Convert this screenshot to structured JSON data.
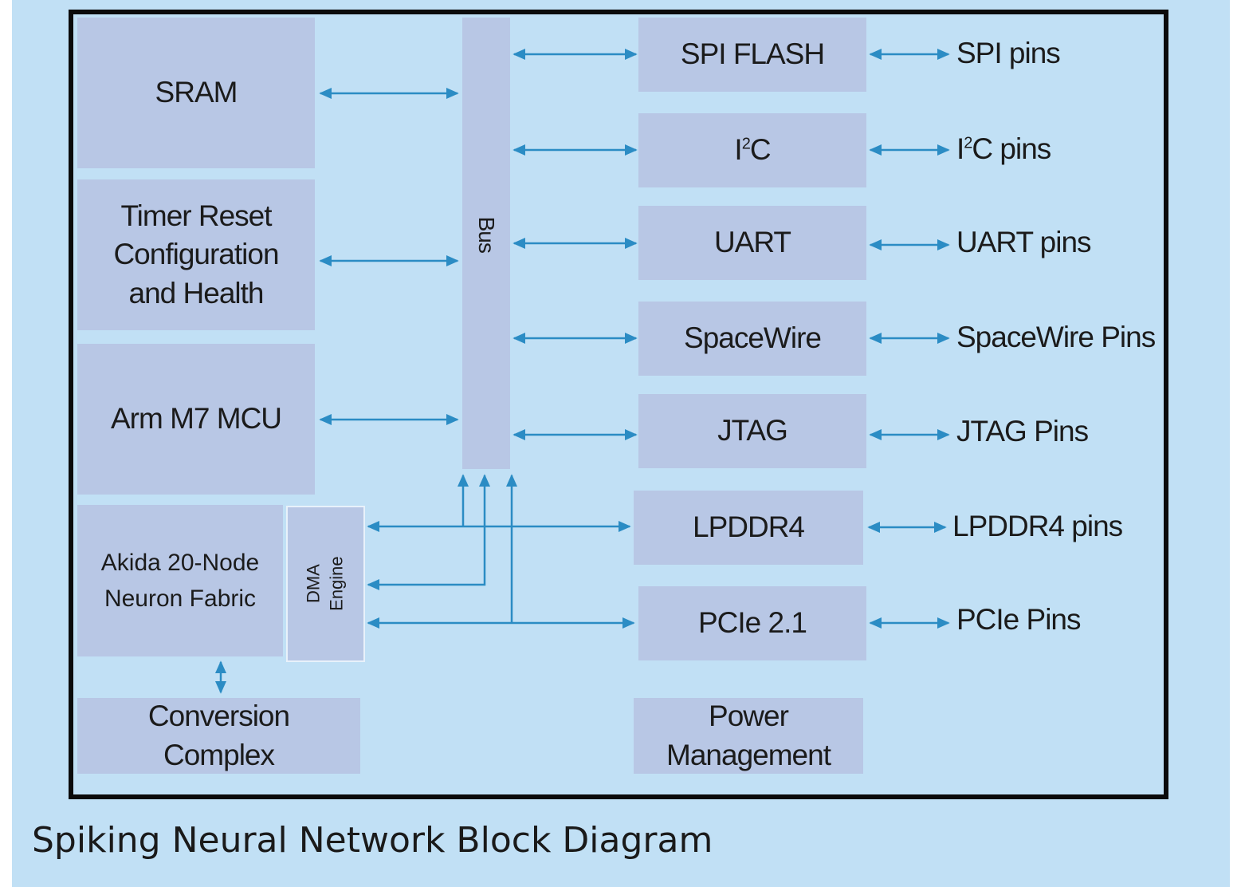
{
  "caption": "Spiking Neural Network Block Diagram",
  "blocks": {
    "sram": "SRAM",
    "timer": "Timer Reset\nConfiguration\nand Health",
    "arm": "Arm M7 MCU",
    "akida": "Akida  20-Node\nNeuron  Fabric",
    "dma_line1": "DMA",
    "dma_line2": "Engine",
    "conversion": "Conversion\nComplex",
    "bus": "Bus",
    "spi_flash": "SPI FLASH",
    "i2c_base": "I",
    "i2c_sup": "2",
    "i2c_tail": "C",
    "uart": "UART",
    "spacewire": "SpaceWire",
    "jtag": "JTAG",
    "lpddr4": "LPDDR4",
    "pcie": "PCIe 2.1",
    "power": "Power\nManagement"
  },
  "pins": {
    "spi": "SPI pins",
    "i2c_base": "I",
    "i2c_sup": "2",
    "i2c_tail": "C pins",
    "uart": "UART pins",
    "spacewire": "SpaceWire Pins",
    "jtag": "JTAG Pins",
    "lpddr4": "LPDDR4 pins",
    "pcie": "PCIe Pins"
  },
  "colors": {
    "background": "#c1e0f5",
    "block_fill": "#b8c7e5",
    "arrow": "#2b8cc4",
    "frame": "#0b0b0b"
  }
}
